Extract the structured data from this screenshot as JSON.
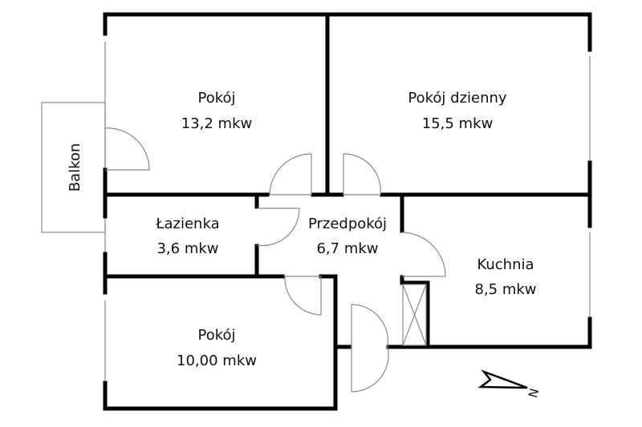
{
  "rooms": [
    {
      "name": "Pokój",
      "area": "13,2 mkw"
    },
    {
      "name": "Pokój dzienny",
      "area": "15,5 mkw"
    },
    {
      "name": "Łazienka",
      "area": "3,6 mkw"
    },
    {
      "name": "Przedpokój",
      "area": "6,7 mkw"
    },
    {
      "name": "Kuchnia",
      "area": "8,5 mkw"
    },
    {
      "name": "Pokój",
      "area": "10,00 mkw"
    }
  ],
  "balcony": "Balkon",
  "compass": "N"
}
